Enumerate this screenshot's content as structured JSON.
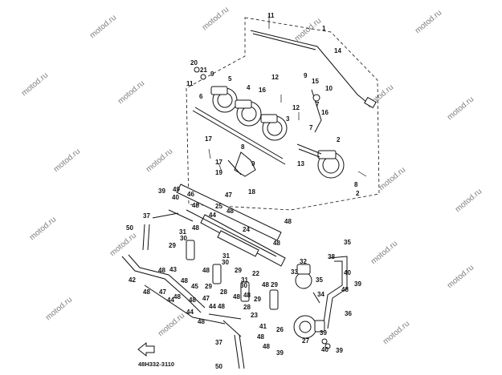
{
  "diagram_code": "48H332-3110",
  "watermark": "motod.ru",
  "colors": {
    "ink": "#111111",
    "watermark": "#9a9a9a",
    "background": "#ffffff"
  },
  "callouts": [
    "1",
    "2",
    "3",
    "4",
    "5",
    "6",
    "7",
    "8",
    "9",
    "10",
    "11",
    "12",
    "13",
    "14",
    "15",
    "16",
    "17",
    "18",
    "19",
    "20",
    "21",
    "22",
    "23",
    "24",
    "25",
    "26",
    "27",
    "28",
    "29",
    "30",
    "31",
    "32",
    "33",
    "34",
    "35",
    "36",
    "37",
    "38",
    "39",
    "40",
    "41",
    "42",
    "43",
    "44",
    "45",
    "46",
    "47",
    "48",
    "49",
    "50"
  ]
}
